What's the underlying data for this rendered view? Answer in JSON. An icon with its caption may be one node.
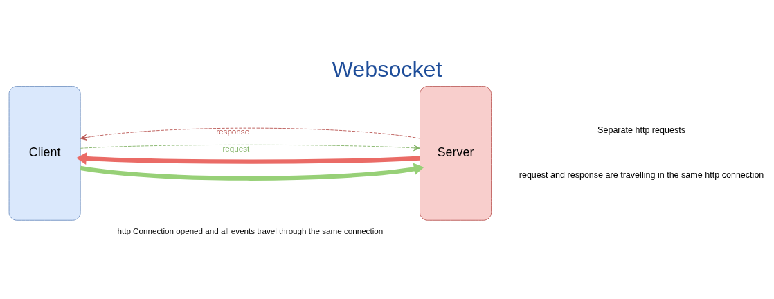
{
  "diagram": {
    "title": "Websocket",
    "nodes": [
      {
        "text": [
          "Client"
        ]
      },
      {
        "text": [
          "Server"
        ]
      }
    ],
    "edges": [
      {
        "from": 0,
        "to": 1,
        "arrow": "to",
        "style": "thick",
        "color": "#97d077"
      },
      {
        "from": 1,
        "to": 0,
        "arrow": "to",
        "style": "thick",
        "color": "#ea6b66"
      },
      {
        "from": 0,
        "to": 1,
        "arrow": "to",
        "style": "dashed",
        "color": "#82b366",
        "label": "request"
      },
      {
        "from": 1,
        "to": 0,
        "arrow": "to",
        "style": "dashed",
        "color": "#b85450",
        "label": "response"
      }
    ],
    "labels": [
      "http Connection opened and all events travel through the same connection"
    ],
    "legend": [
      {
        "text": "Separate http requests"
      },
      {
        "text": "request and response are travelling in the same http connection"
      }
    ]
  }
}
